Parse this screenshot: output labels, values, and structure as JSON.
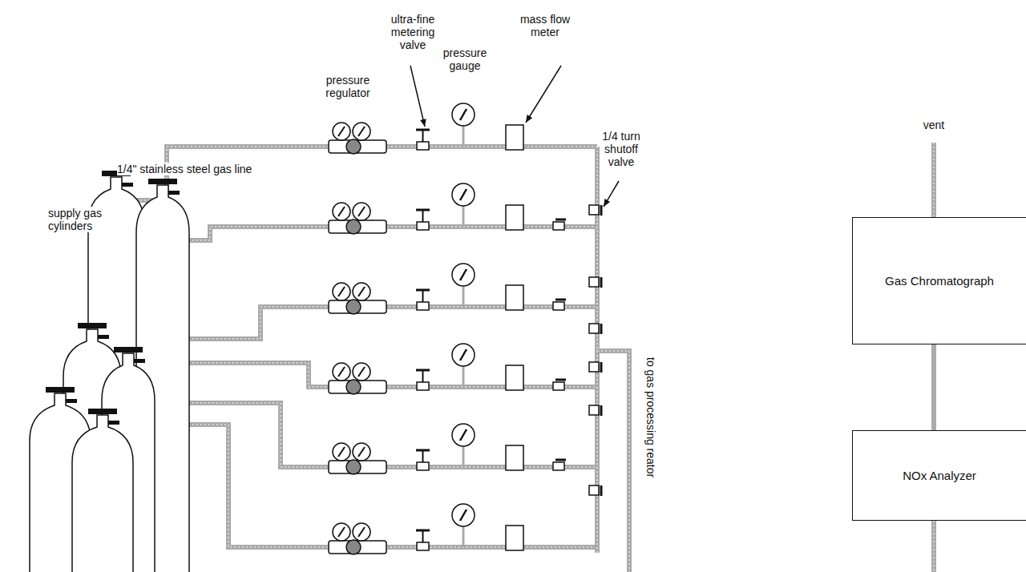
{
  "diagram": {
    "nodes": [
      {
        "text": [
          "Gas Chromatograph"
        ]
      },
      {
        "text": [
          "NOx Analyzer"
        ]
      }
    ],
    "edges": [
      {
        "from": 1,
        "to": 0,
        "arrow": "none"
      }
    ],
    "labels": [
      "ultra-fine metering valve",
      "pressure gauge",
      "mass flow meter",
      "pressure regulator",
      "1/4\" stainless steel gas line",
      "1/4 turn shutoff valve",
      "supply gas cylinders",
      "to gas processing reator",
      "vent"
    ]
  }
}
